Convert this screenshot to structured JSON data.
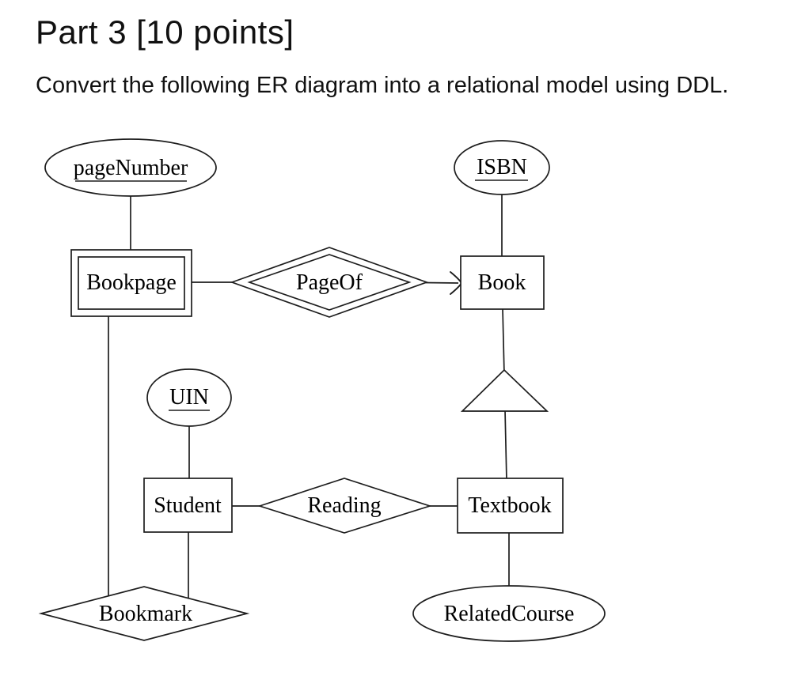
{
  "header": {
    "title": "Part 3 [10 points]",
    "instruction": "Convert the following ER diagram into a relational model using DDL."
  },
  "diagram": {
    "entities": [
      {
        "name": "Bookpage",
        "type": "weak-entity"
      },
      {
        "name": "Book",
        "type": "entity"
      },
      {
        "name": "Student",
        "type": "entity"
      },
      {
        "name": "Textbook",
        "type": "entity"
      }
    ],
    "relationships": [
      {
        "name": "PageOf",
        "type": "identifying",
        "between": [
          "Bookpage",
          "Book"
        ],
        "arrow_into": "Book"
      },
      {
        "name": "Reading",
        "type": "regular",
        "between": [
          "Student",
          "Textbook"
        ]
      },
      {
        "name": "Bookmark",
        "type": "regular",
        "between": [
          "Bookpage",
          "Student"
        ]
      }
    ],
    "attributes": [
      {
        "name": "pageNumber",
        "key": true,
        "of": "Bookpage"
      },
      {
        "name": "ISBN",
        "key": true,
        "of": "Book"
      },
      {
        "name": "UIN",
        "key": true,
        "of": "Student"
      },
      {
        "name": "RelatedCourse",
        "key": false,
        "of": "Textbook"
      }
    ],
    "isa": {
      "parent": "Book",
      "child": "Textbook",
      "symbol": "triangle"
    }
  },
  "colors": {
    "background": "#ffffff",
    "stroke": "#1d1d1d",
    "text": "#000000"
  }
}
